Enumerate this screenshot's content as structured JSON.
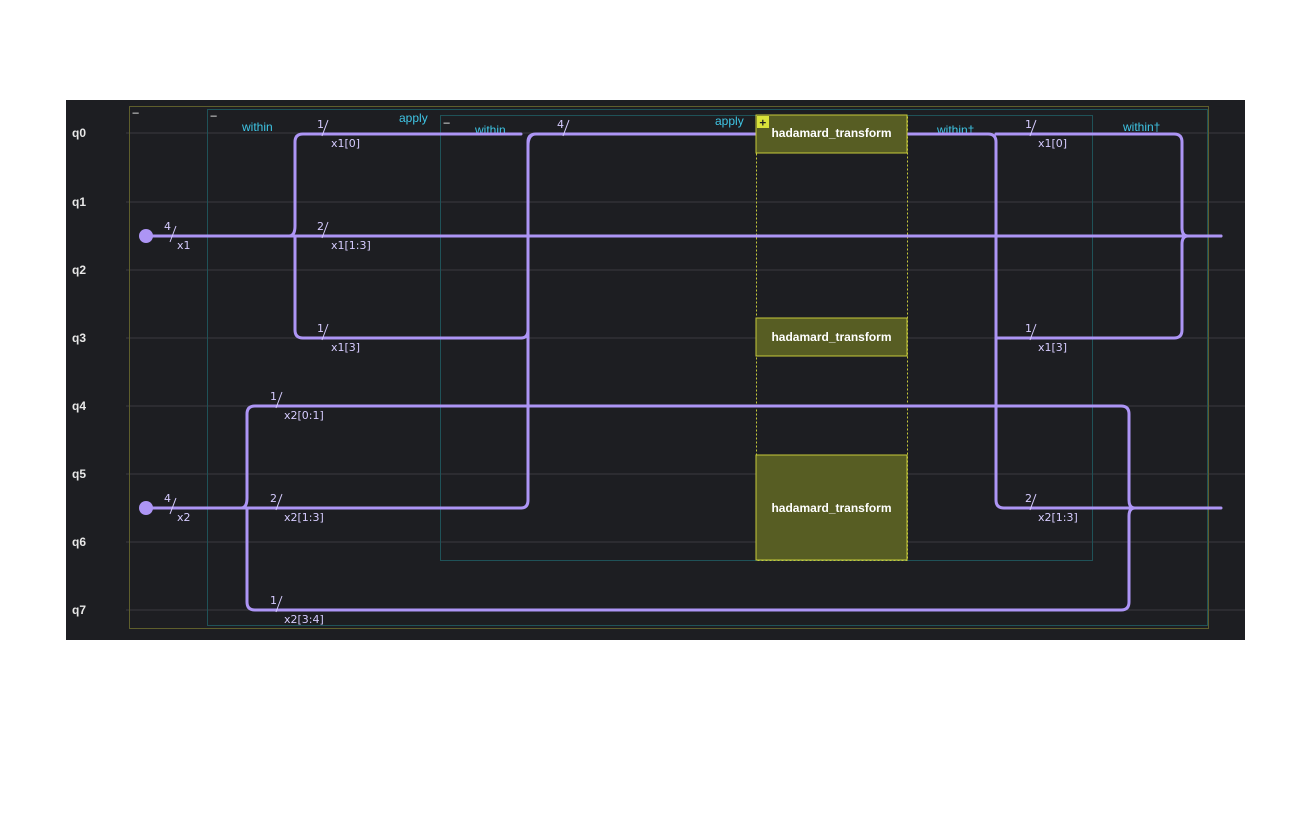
{
  "qubits": [
    "q0",
    "q1",
    "q2",
    "q3",
    "q4",
    "q5",
    "q6",
    "q7"
  ],
  "inputs": [
    "x1",
    "x2"
  ],
  "blocks": {
    "outer_collapse": "−",
    "within_collapse": "−",
    "within_label": "within",
    "apply_label": "apply",
    "inner_collapse": "−",
    "inner_within_label": "within",
    "inner_apply_label": "apply",
    "inner_within_inv_label": "within†",
    "within_inv_label": "within†"
  },
  "gates": {
    "name": "hadamard_transform",
    "expand_icon": "+"
  },
  "wire_labels": {
    "x1_count": "4",
    "x2_count": "4",
    "split1_a_count": "1",
    "split1_a": "x1[0]",
    "split1_b_count": "2",
    "split1_b": "x1[1:3]",
    "split1_c_count": "1",
    "split1_c": "x1[3]",
    "split2_a_count": "1",
    "split2_a": "x2[0:1]",
    "split2_b_count": "2",
    "split2_b": "x2[1:3]",
    "split2_c_count": "1",
    "split2_c": "x2[3:4]",
    "merged_count": "4",
    "rsplit_a_count": "1",
    "rsplit_a": "x1[0]",
    "rsplit_c_count": "1",
    "rsplit_c": "x1[3]",
    "rsplit_b_count": "2",
    "rsplit_b": "x2[1:3]"
  },
  "colors": {
    "background": "#1d1e22",
    "wire": "#ad95f5",
    "gate_fill": "#575d23",
    "gate_border": "#c6c93a",
    "block_label": "#3fc6e6"
  }
}
